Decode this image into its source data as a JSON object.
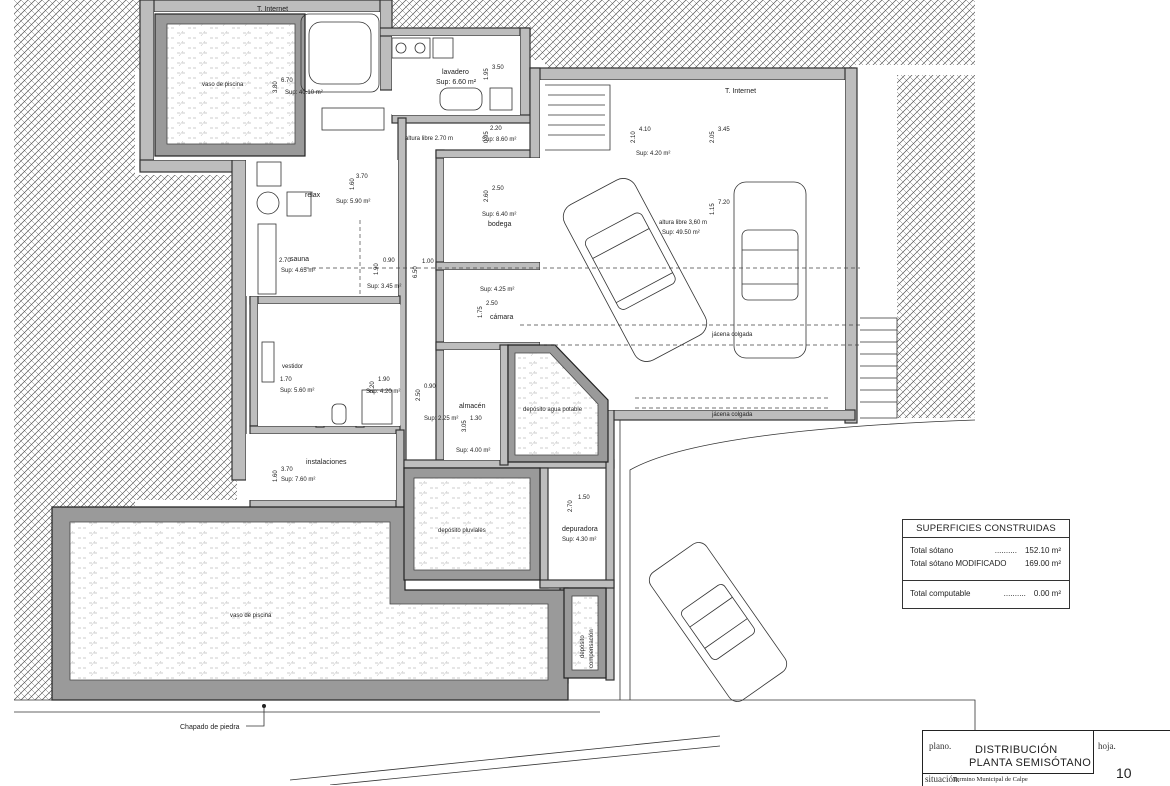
{
  "rooms": {
    "t_internet_1": "T. Internet",
    "t_internet_2": "T. Internet",
    "vaso_piscina_top": "vaso de piscina",
    "sup_piscina_top": "Sup: 40.10 m²",
    "lavadero": "lavadero",
    "sup_lavadero": "Sup: 6.60 m²",
    "altura_libre_1": "altura libre 2.70 m",
    "sup_pasillo": "Sup: 8.60 m²",
    "sup_escalera": "Sup: 4.20 m²",
    "relax": "relax",
    "sup_relax": "Sup: 5.90 m²",
    "sauna": "sauna",
    "sup_sauna": "Sup: 4.65 m²",
    "sup_ducha": "Sup: 3.45 m²",
    "sup_bodega": "Sup: 6.40 m²",
    "bodega": "bodega",
    "sup_camara": "Sup: 4.25 m²",
    "camara": "cámara",
    "altura_libre_2": "altura libre 3,60 m",
    "sup_garaje": "Sup: 49.50 m²",
    "jacena_1": "jácena colgada",
    "jacena_2": "jácena colgada",
    "vestidor": "vestidor",
    "sup_vestidor": "Sup: 5.60 m²",
    "sup_bano": "Sup: 4.20 m²",
    "sup_almacen_pas": "Sup: 2.25 m²",
    "almacen": "almacén",
    "sup_almacen": "Sup: 4.00 m²",
    "deposito_agua": "depósito agua potable",
    "instalaciones": "instalaciones",
    "sup_instalaciones": "Sup: 7.60 m²",
    "deposito_pluviales": "depósito pluviales",
    "depuradora": "depuradora",
    "sup_depuradora": "Sup: 4.30 m²",
    "vaso_piscina_bottom": "vaso de piscina",
    "deposito_comp_1": "depósito",
    "deposito_comp_2": "compensación",
    "chapado": "Chapado de piedra"
  },
  "dimensions": {
    "d_670": "6.70",
    "d_380": "3.80",
    "d_350": "3.50",
    "d_195": "1.95",
    "d_220": "2.20",
    "d_095": "0.95",
    "d_410": "4.10",
    "d_210": "2.10",
    "d_345": "3.45",
    "d_205": "2.05",
    "d_370": "3.70",
    "d_160": "1.60",
    "d_250a": "2.50",
    "d_260": "2.60",
    "d_720": "7.20",
    "d_115": "1.15",
    "d_270": "2.70",
    "d_090": "0.90",
    "d_190a": "1.90",
    "d_650": "6.50",
    "d_100": "1.00",
    "d_250b": "2.50",
    "d_175": "1.75",
    "d_170": "1.70",
    "d_190b": "1.90",
    "d_220b": "2.20",
    "d_090b": "0.90",
    "d_250c": "2.50",
    "d_130": "1.30",
    "d_305": "3.05",
    "d_370b": "3.70",
    "d_160b": "1.60",
    "d_150": "1.50",
    "d_270b": "2.70"
  },
  "surfaces": {
    "title": "SUPERFICIES CONSTRUIDAS",
    "rows": [
      {
        "label": "Total sótano",
        "dots": "..........",
        "value": "152.10 m²"
      },
      {
        "label": "Total sótano MODIFICADO",
        "dots": "",
        "value": "169.00 m²"
      },
      {
        "label": "Total computable",
        "dots": "..........",
        "value": "0.00 m²"
      }
    ]
  },
  "title_block": {
    "plano_tag": "plano.",
    "title_line1": "DISTRIBUCIÓN",
    "title_line2": "PLANTA SEMISÓTANO",
    "hoja_tag": "hoja.",
    "sheet_number": "10",
    "situacion_tag": "situación.",
    "situacion_text": "Termino Municipal de Calpe"
  }
}
